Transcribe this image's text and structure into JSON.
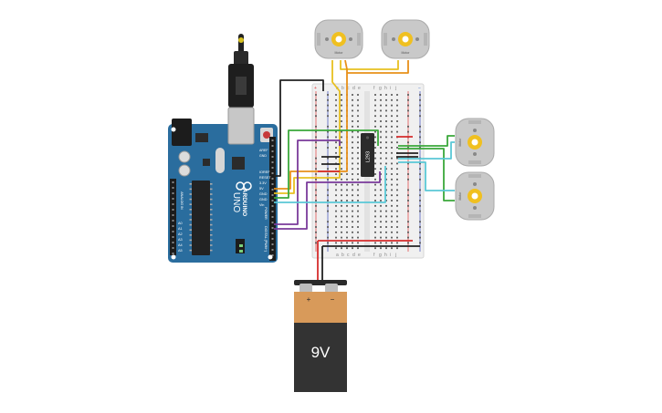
{
  "arduino": {
    "brand": "ARDUINO",
    "model": "UNO",
    "pin_labels_power": [
      "IOREF",
      "RESET",
      "3.3V",
      "5V",
      "GND",
      "GND",
      "Vin"
    ],
    "pin_labels_analog": [
      "A0",
      "A1",
      "A2",
      "A3",
      "A4",
      "A5"
    ],
    "section_power": "POWER",
    "section_analog": "ANALOG IN",
    "section_digital": "DIGITAL (PWM~)",
    "aref": "AREF",
    "gnd": "GND"
  },
  "chip": {
    "label": "L293"
  },
  "motors": {
    "label": "Motor"
  },
  "battery": {
    "label": "9V",
    "plus": "+",
    "minus": "−"
  },
  "breadboard": {
    "col_letters_left": [
      "a",
      "b",
      "c",
      "d",
      "e"
    ],
    "col_letters_right": [
      "f",
      "g",
      "h",
      "i",
      "j"
    ],
    "rail_plus": "+",
    "rail_minus": "−"
  },
  "colors": {
    "board_blue": "#2a6d9e",
    "wire_red": "#d62d2d",
    "wire_black": "#222222",
    "wire_yellow": "#e8c020",
    "wire_orange": "#e8901a",
    "wire_green": "#3aa83a",
    "wire_purple": "#7a3a9a",
    "wire_cyan": "#5ac8d6",
    "battery_orange": "#d89a5a",
    "battery_dark": "#333333"
  }
}
